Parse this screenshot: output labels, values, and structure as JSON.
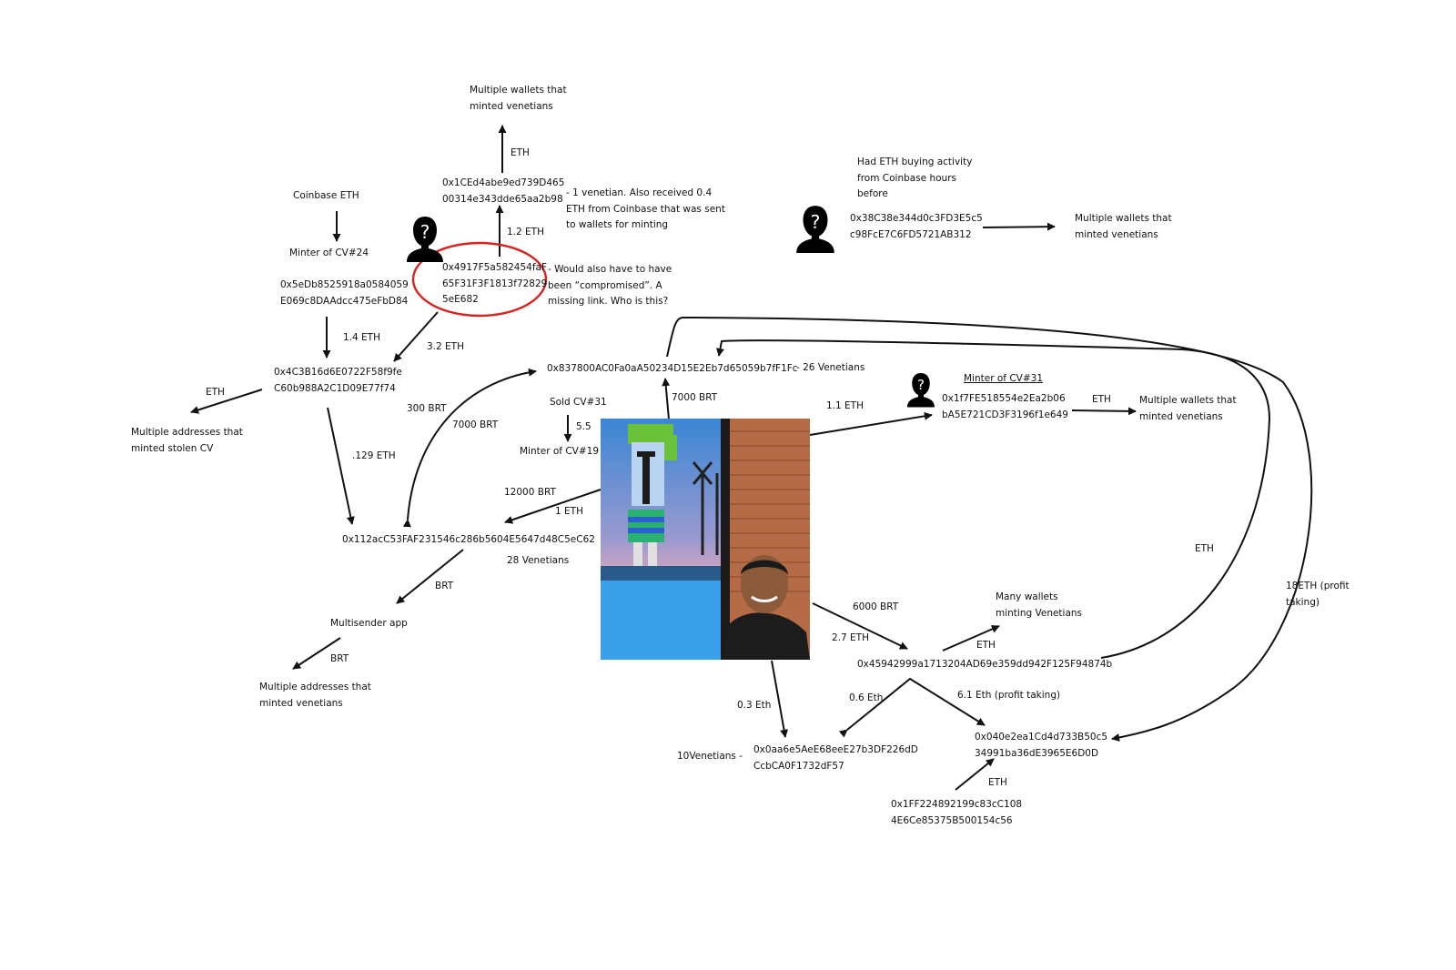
{
  "labels": {
    "multiple_wallets_top": "Multiple wallets that\nminted venetians",
    "eth_up": "ETH",
    "addr_1ced": "0x1CEd4abe9ed739D465\n00314e343dde65aa2b98",
    "note_1ced": "- 1 venetian. Also received 0.4\nETH from Coinbase that was sent\nto wallets for minting",
    "eth_1_2": "1.2 ETH",
    "coinbase_eth": "Coinbase ETH",
    "minter_cv24": "Minter of CV#24",
    "addr_4917": "0x4917F5a582454faF\n65F31F3F1813f72829\n5eE682",
    "note_4917": "- Would also have to have\nbeen “compromised”. A\nmissing link. Who is this?",
    "addr_5edb": "0x5eDb8525918a0584059\nE069c8DAAdcc475eFbD84",
    "eth_1_4": "1.4 ETH",
    "eth_3_2": "3.2 ETH",
    "addr_4c3b": "0x4C3B16d6E0722F58f9fe\nC60b988A2C1D09E77f74",
    "eth_left": "ETH",
    "multiple_addr_stolen": "Multiple addresses that\nminted stolen CV",
    "eth_129": ".129 ETH",
    "brt_300": "300 BRT",
    "brt_7000_a": "7000 BRT",
    "addr_8378": "0x837800AC0Fa0aA50234D15E2Eb7d65059b7fF1Fc",
    "venetians_26": "- 26 Venetians",
    "brt_7000_b": "7000 BRT",
    "sold_cv31": "Sold CV#31",
    "val_5_5": "5.5",
    "minter_cv19": "Minter of CV#19",
    "brt_12000": "12000 BRT",
    "eth_1": "1 ETH",
    "addr_112a": "0x112acC53FAF231546c286b5604E5647d48C5eC62",
    "venetians_28": "28 Venetians",
    "brt_down": "BRT",
    "multisender": "Multisender app",
    "brt_down2": "BRT",
    "multiple_addr_venetians": "Multiple addresses that\nminted venetians",
    "note_38c3": "Had ETH buying activity\nfrom Coinbase hours\nbefore",
    "addr_38c3": "0x38C38e344d0c3FD3E5c5\nc98FcE7C6FD5721AB312",
    "multiple_wallets_right_top": "Multiple wallets that\nminted venetians",
    "minter_cv31": "Minter of CV#31",
    "eth_1_1": "1.1 ETH",
    "addr_1f7f": "0x1f7FE518554e2Ea2b06\nbA5E721CD3F3196f1e649",
    "eth_1f7f": "ETH",
    "multiple_wallets_right": "Multiple wallets that\nminted venetians",
    "eth_curve": "ETH",
    "eth_18": "18ETH (profit\ntaking)",
    "brt_6000": "6000 BRT",
    "eth_2_7": "2.7 ETH",
    "many_wallets": "Many wallets\nminting Venetians",
    "eth_4594": "ETH",
    "addr_4594": "0x45942999a1713204AD69e359dd942F125F94874b",
    "eth_0_3": "0.3 Eth",
    "eth_0_6": "0.6 Eth",
    "eth_6_1": "6.1 Eth (profit taking)",
    "venetians_10": "10Venetians -",
    "addr_0aa6": "0x0aa6e5AeE68eeE27b3DF226dD\nCcbCA0F1732dF57",
    "addr_040e": "0x040e2ea1Cd4d733B50c5\n34991ba36dE3965E6D0D",
    "eth_1ff2": "ETH",
    "addr_1ff2": "0x1FF224892199c83cC108\n4E6Ce85375B500154c56"
  },
  "colors": {
    "ink": "#111111",
    "highlight": "#d8231f",
    "photo_sky": "#4a9fe0",
    "photo_brick": "#b56b45"
  }
}
